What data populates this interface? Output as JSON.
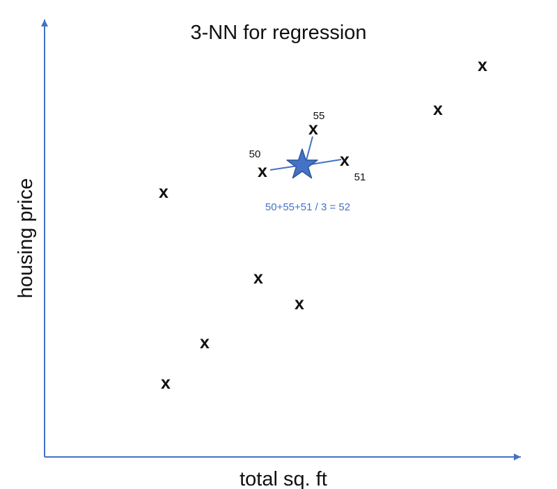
{
  "title": "3-NN for regression",
  "x_axis_label": "total sq. ft",
  "y_axis_label": "housing price",
  "marker_symbol": "x",
  "neighbor_values": {
    "left": "50",
    "top": "55",
    "right": "51"
  },
  "formula": "50+55+51 / 3 = 52",
  "colors": {
    "axis": "#4472C4",
    "star": "#4472C4",
    "formula": "#4472C4",
    "text": "#111111"
  },
  "icons": {
    "query_point": "star-icon"
  }
}
